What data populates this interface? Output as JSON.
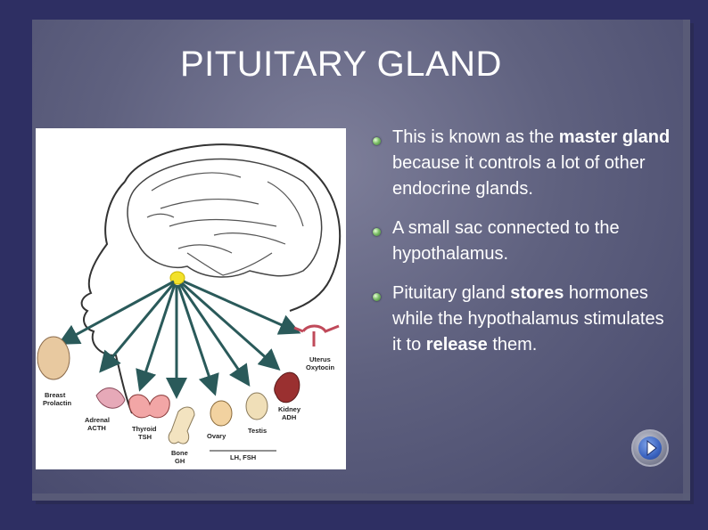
{
  "slide": {
    "title": "PITUITARY GLAND",
    "bullets": [
      {
        "parts": [
          {
            "text": "This is known as the "
          },
          {
            "text": "master gland",
            "bold": true
          },
          {
            "text": " because it controls a lot of other endocrine glands."
          }
        ]
      },
      {
        "parts": [
          {
            "text": "A small sac connected to the hypothalamus."
          }
        ]
      },
      {
        "parts": [
          {
            "text": "Pituitary gland "
          },
          {
            "text": "stores",
            "bold": true
          },
          {
            "text": " hormones while the hypothalamus stimulates it to "
          },
          {
            "text": "release",
            "bold": true
          },
          {
            "text": " them."
          }
        ]
      }
    ]
  },
  "figure": {
    "labels": {
      "breast": "Breast",
      "prolactin": "Prolactin",
      "adrenal": "Adrenal",
      "acth": "ACTH",
      "thyroid": "Thyroid",
      "tsh": "TSH",
      "bone": "Bone",
      "gh": "GH",
      "ovary": "Ovary",
      "testis": "Testis",
      "lh_fsh": "LH, FSH",
      "kidney": "Kidney",
      "adh": "ADH",
      "uterus": "Uterus",
      "oxytocin": "Oxytocin"
    }
  },
  "colors": {
    "background": "#2e2f63",
    "text": "#ffffff",
    "arrow": "#2a5a5a",
    "gland": "#f2e12a"
  }
}
